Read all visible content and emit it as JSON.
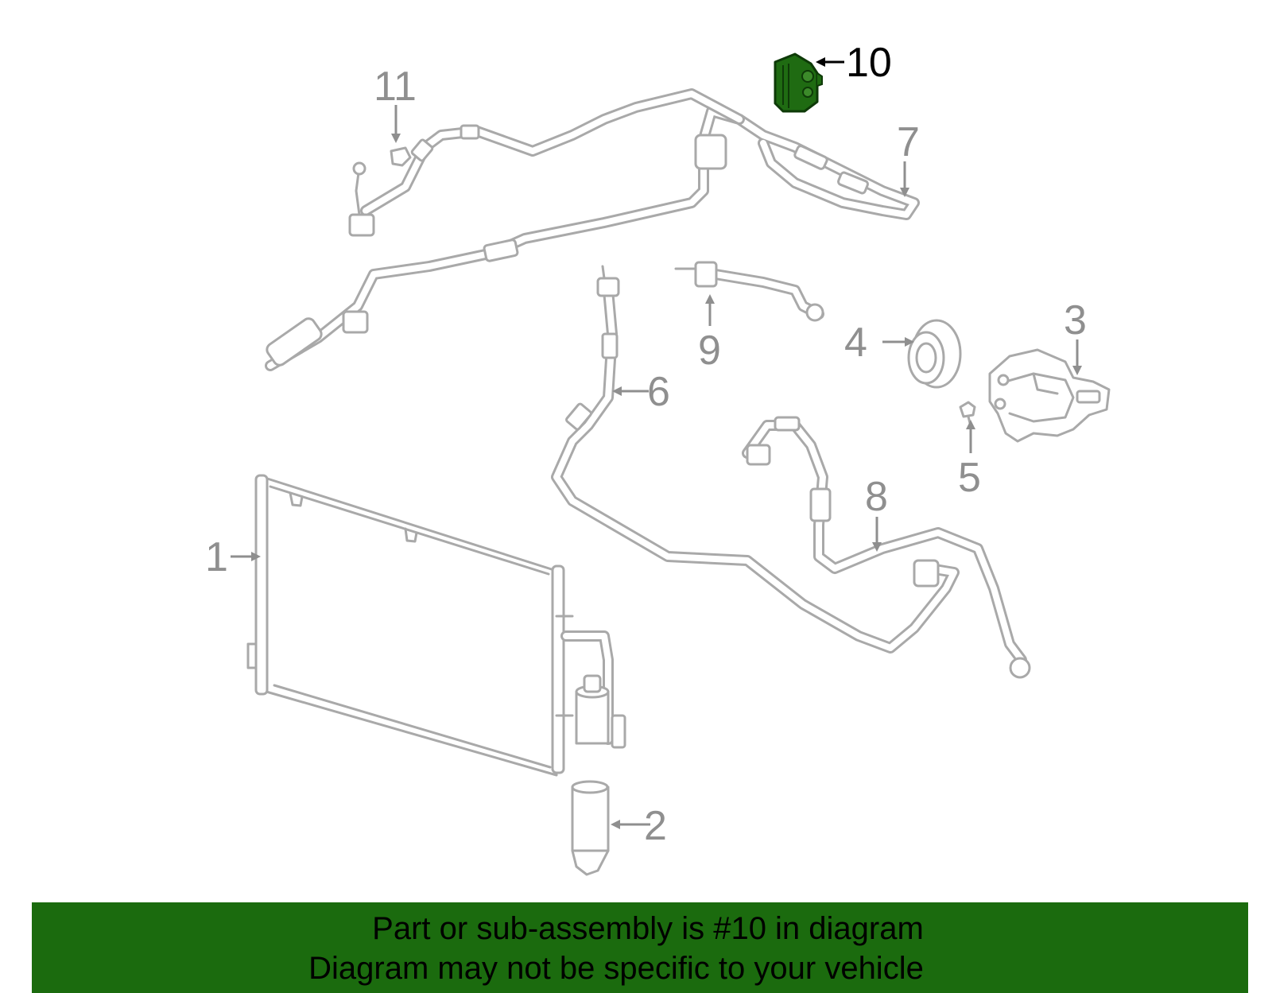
{
  "callouts": {
    "c1": "1",
    "c2": "2",
    "c3": "3",
    "c4": "4",
    "c5": "5",
    "c6": "6",
    "c7": "7",
    "c8": "8",
    "c9": "9",
    "c10": "10",
    "c11": "11"
  },
  "highlighted_part": "10",
  "colors": {
    "line_art": "#a9a9a9",
    "highlight": "#1f6b12",
    "banner_background": "#1b6b0e",
    "banner_text": "#000000"
  },
  "banner": {
    "line1": "Part or sub-assembly is #10 in diagram",
    "line2": "Diagram may not be specific to your vehicle"
  }
}
